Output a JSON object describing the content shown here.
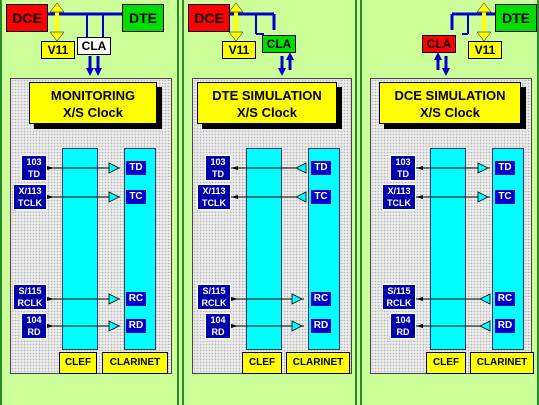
{
  "colors": {
    "background": "#ccff99",
    "dce": "#ff0000",
    "dte": "#00dd00",
    "yellow": "#ffff00",
    "cyan": "#00ffff",
    "blue": "#0000aa"
  },
  "labels": {
    "dce": "DCE",
    "dte": "DTE",
    "v11": "V11",
    "cla": "CLA",
    "clock": "X/S Clock",
    "clef": "CLEF",
    "clarinet": "CLARINET"
  },
  "panels": [
    {
      "title": "MONITORING",
      "subtitle": "X/S Clock",
      "mode": "monitoring",
      "cla_color": "#ffffff"
    },
    {
      "title": "DTE SIMULATION",
      "subtitle": "X/S Clock",
      "mode": "dte-simulation",
      "cla_color": "#00dd00"
    },
    {
      "title": "DCE SIMULATION",
      "subtitle": "X/S Clock",
      "mode": "dce-simulation",
      "cla_color": "#ff0000"
    }
  ],
  "pins": [
    {
      "line1": "103",
      "line2": "TD",
      "signal": "TD"
    },
    {
      "line1": "X/113",
      "line2": "TCLK",
      "signal": "TC"
    },
    {
      "line1": "S/115",
      "line2": "RCLK",
      "signal": "RC"
    },
    {
      "line1": "104",
      "line2": "RD",
      "signal": "RD"
    }
  ]
}
